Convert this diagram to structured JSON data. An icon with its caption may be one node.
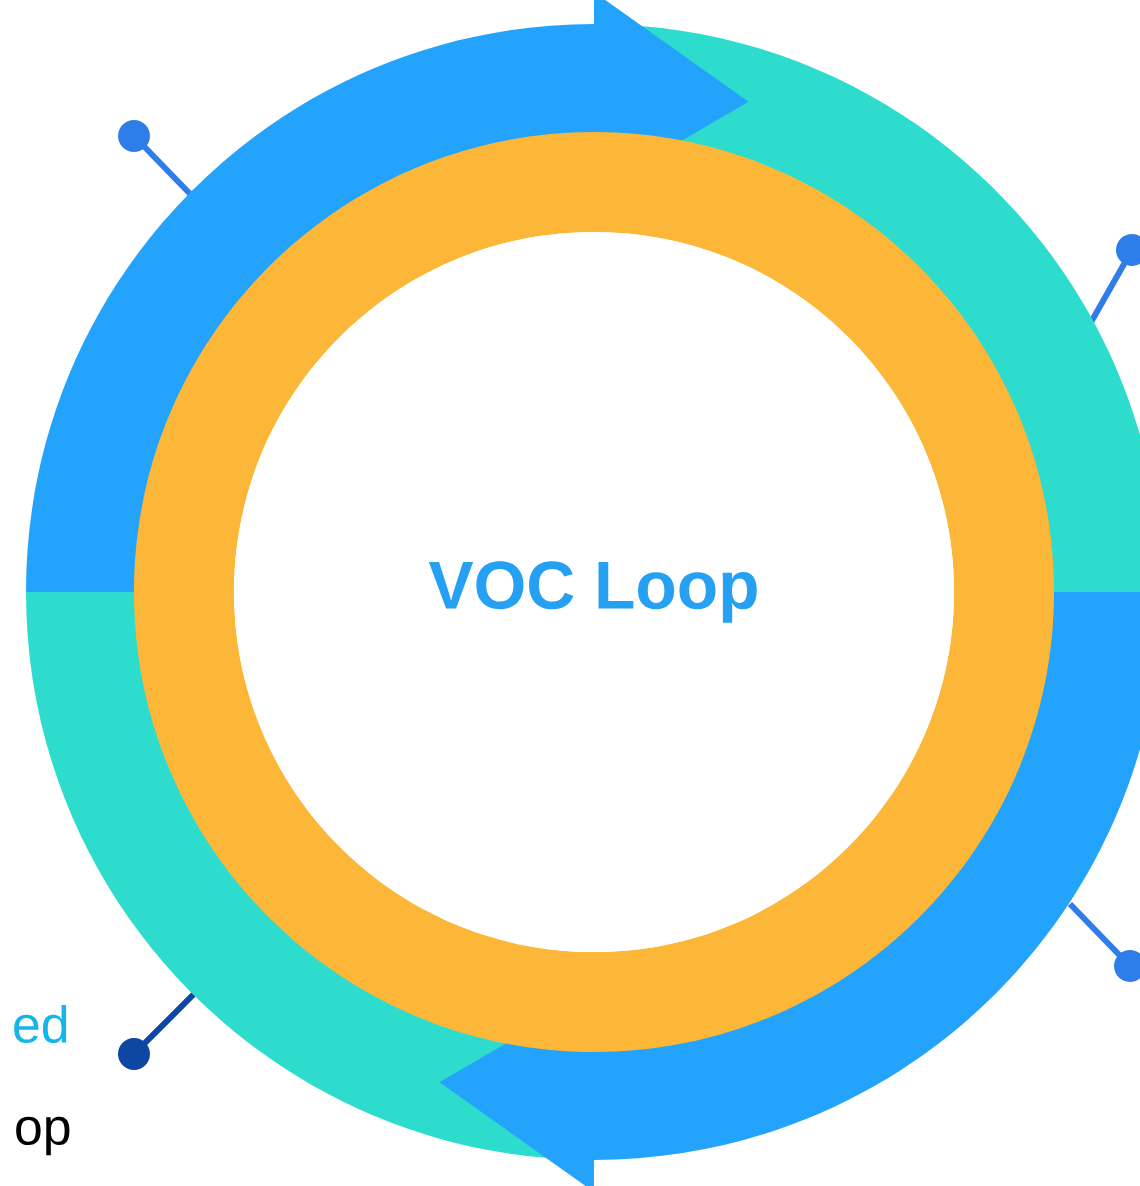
{
  "diagram": {
    "nodes": [
      {
        "text": [
          "VOC Loop"
        ]
      }
    ],
    "labels": [
      "ed",
      "op"
    ]
  }
}
